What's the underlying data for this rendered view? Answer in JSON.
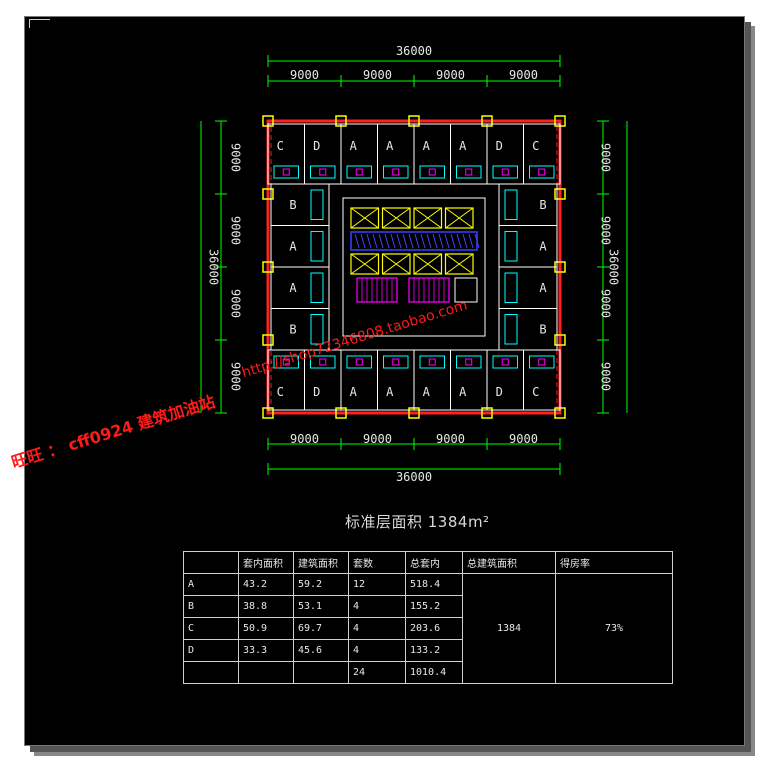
{
  "watermark": {
    "line1": "旺旺 ： cff0924 建筑加油站 ：http://shop72346808.taobao.com",
    "line1_short": "旺旺 ： cff0924  建筑加油站",
    "line2": "http://shop72346808.taobao.com"
  },
  "dims": {
    "overall": "36000",
    "bay": "9000"
  },
  "units": {
    "top": [
      "C",
      "D",
      "A",
      "A",
      "A",
      "A",
      "D",
      "C"
    ],
    "bottom": [
      "C",
      "D",
      "A",
      "A",
      "A",
      "A",
      "D",
      "C"
    ],
    "left": [
      "B",
      "A",
      "A",
      "B"
    ],
    "right": [
      "B",
      "A",
      "A",
      "B"
    ]
  },
  "caption": "标准层面积 1384m²",
  "table": {
    "headers": [
      "",
      "套内面积",
      "建筑面积",
      "套数",
      "总套内",
      "总建筑面积",
      "得房率"
    ],
    "rows": [
      [
        "A",
        "43.2",
        "59.2",
        "12",
        "518.4"
      ],
      [
        "B",
        "38.8",
        "53.1",
        "4",
        "155.2"
      ],
      [
        "C",
        "50.9",
        "69.7",
        "4",
        "203.6"
      ],
      [
        "D",
        "33.3",
        "45.6",
        "4",
        "133.2"
      ],
      [
        "",
        "",
        "",
        "24",
        "1010.4"
      ]
    ],
    "total_area": "1384",
    "ratio": "73%"
  },
  "colors": {
    "dim": "#00ff00",
    "wall": "#ff2020",
    "partition": "#ffffff",
    "core": "#ffff00",
    "accent": "#ff00ff",
    "fixture": "#00ffff",
    "stair": "#4040ff"
  }
}
